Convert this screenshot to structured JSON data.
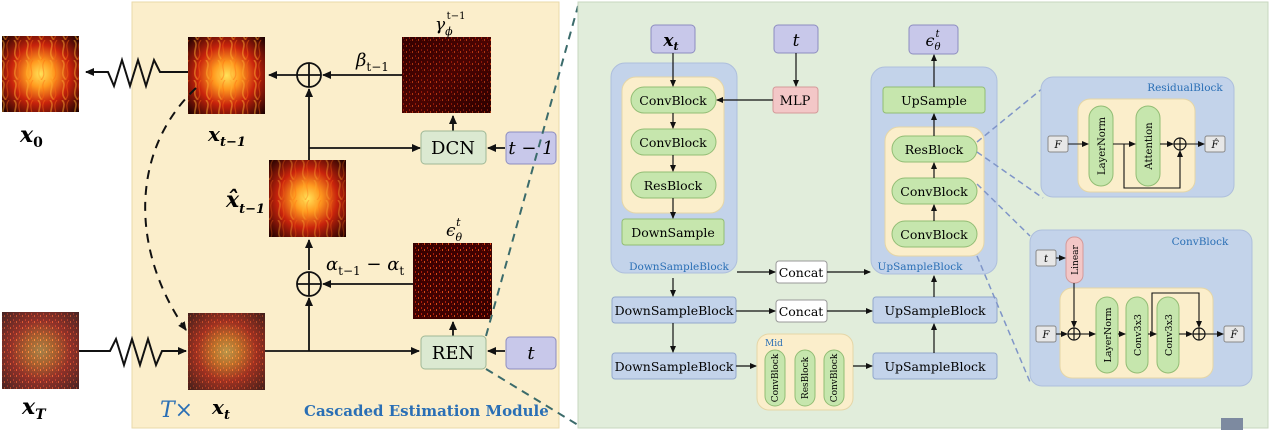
{
  "left": {
    "x0": "x",
    "x0_sub": "0",
    "xt1": "x",
    "xt1_sub": "t−1",
    "xhat": "x̂",
    "xhat_sub": "t−1",
    "xT": "x",
    "xT_sub": "T",
    "xt": "x",
    "xt_sub": "t",
    "beta": "β",
    "beta_sub": "t−1",
    "alpha": "α",
    "alpha_sub": "t−1",
    "alpha_minus": " − α",
    "alpha_sub2": "t",
    "gamma": "γ",
    "gamma_sub": "ϕ",
    "gamma_sup": "t−1",
    "eps": "ϵ",
    "eps_sub": "θ",
    "eps_sup": "t",
    "dcn": "DCN",
    "ren": "REN",
    "t_minus_1": "t − 1",
    "t": "t",
    "times": "T×",
    "module_title": "Cascaded Estimation Module",
    "oplus": "⊕"
  },
  "right": {
    "xt": "x",
    "xt_sub": "t",
    "t": "t",
    "eps": "ϵ",
    "eps_sub": "θ",
    "eps_sup": "t",
    "mlp": "MLP",
    "convblock": "ConvBlock",
    "resblock": "ResBlock",
    "downsample": "DownSample",
    "upsample": "UpSample",
    "downsampleblock_label": "DownSampleBlock",
    "upsampleblock_label": "UpSampleBlock",
    "concat": "Concat",
    "downsampleblock": "DownSampleBlock",
    "upsampleblock": "UpSampleBlock",
    "mid": "Mid",
    "residual_title": "ResidualBlock",
    "convblock_title": "ConvBlock",
    "F": "F",
    "Fhat": "F̂",
    "layernorm": "LayerNorm",
    "attention": "Attention",
    "linear": "Linear",
    "conv3x3": "Conv3x3",
    "oplus": "⊕"
  }
}
